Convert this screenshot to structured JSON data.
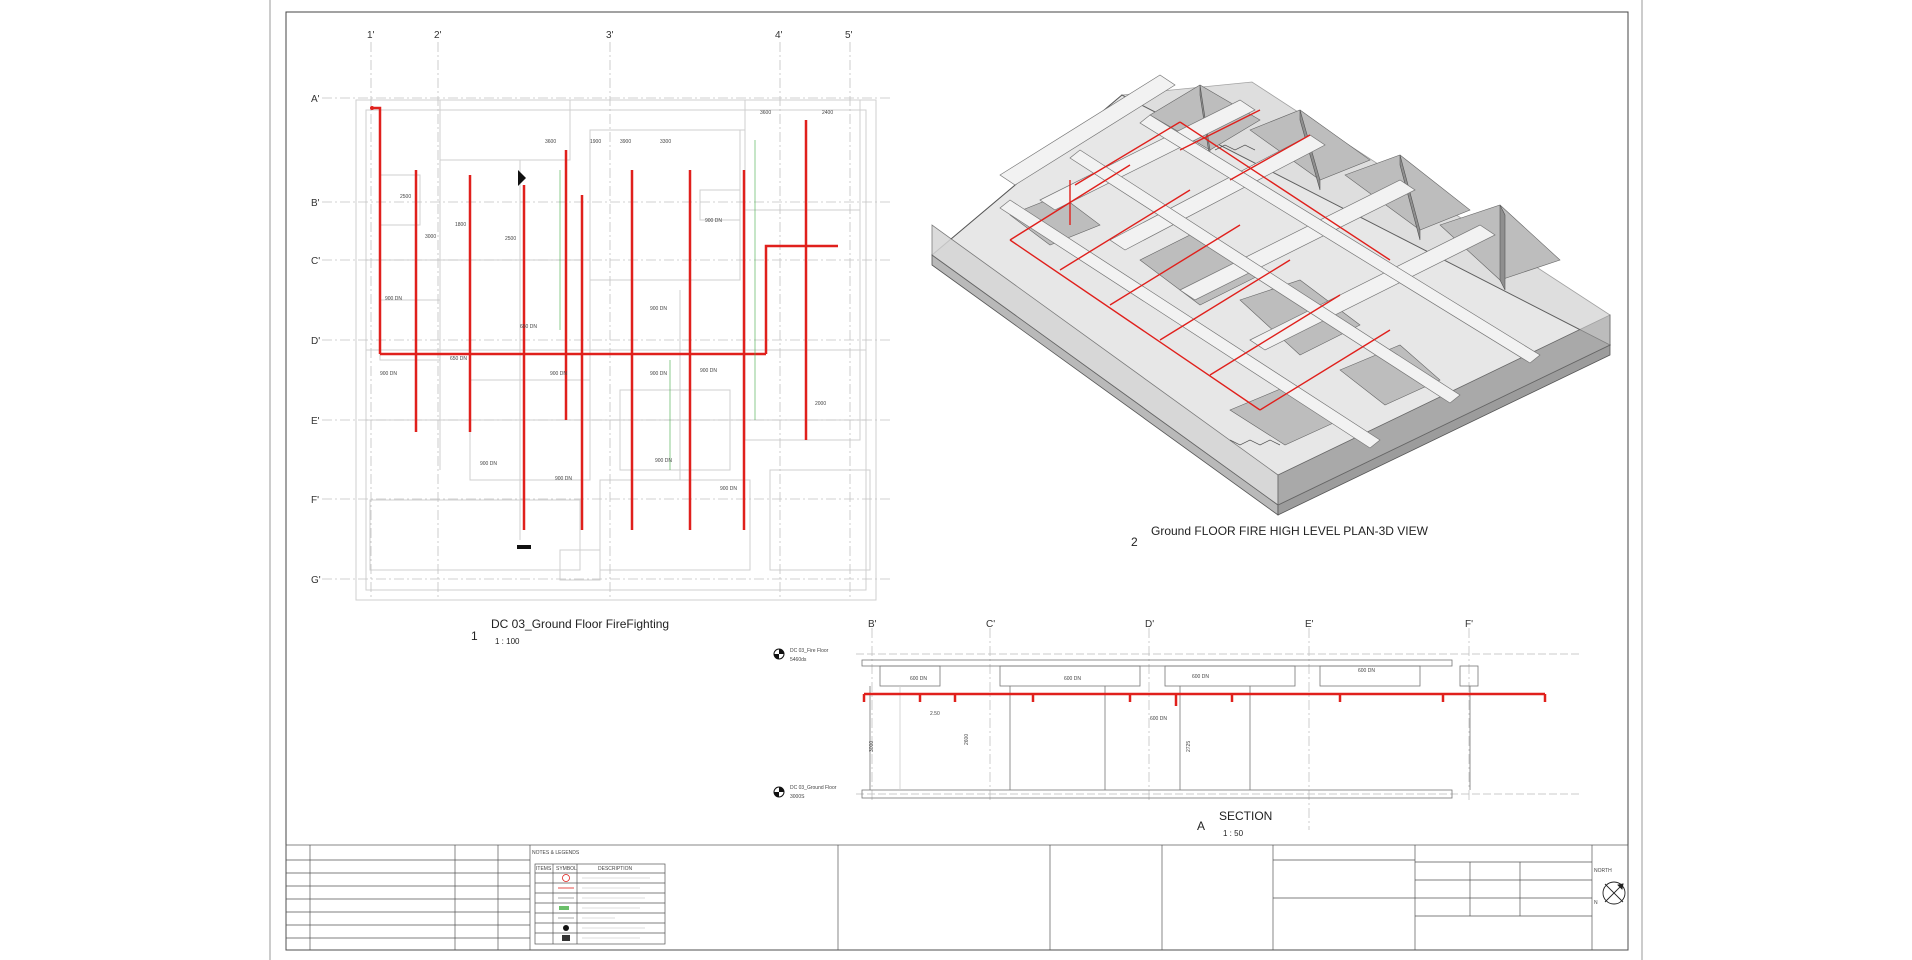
{
  "plan": {
    "number": "1",
    "title": "DC 03_Ground Floor FireFighting",
    "scale": "1 : 100",
    "grid_cols": [
      "1'",
      "2'",
      "3'",
      "4'",
      "5'"
    ],
    "grid_rows": [
      "A'",
      "B'",
      "C'",
      "D'",
      "E'",
      "F'",
      "G'"
    ]
  },
  "view3d": {
    "number": "2",
    "title": "Ground FLOOR FIRE HIGH LEVEL PLAN-3D VIEW"
  },
  "section": {
    "letter": "A",
    "title": "SECTION",
    "scale": "1 : 50",
    "grid_cols": [
      "B'",
      "C'",
      "D'",
      "E'",
      "F'"
    ],
    "level_top": "DC 03_Fire Floor",
    "level_top_value": "5460ds",
    "level_bottom": "DC 03_Ground Floor",
    "level_bottom_value": "3000S"
  },
  "titleblock": {
    "notes_heading": "NOTES & LEGENDS",
    "legend_headers": [
      "ITEMS",
      "SYMBOL",
      "DESCRIPTION"
    ],
    "north_label": "NORTH",
    "north_letter": "N"
  },
  "colors": {
    "pipe": "#e0201c",
    "linework": "#555555",
    "faint": "#c9c9c9"
  },
  "icons": [
    "north-arrow-icon",
    "level-marker-icon",
    "sprinkler-head-icon"
  ]
}
